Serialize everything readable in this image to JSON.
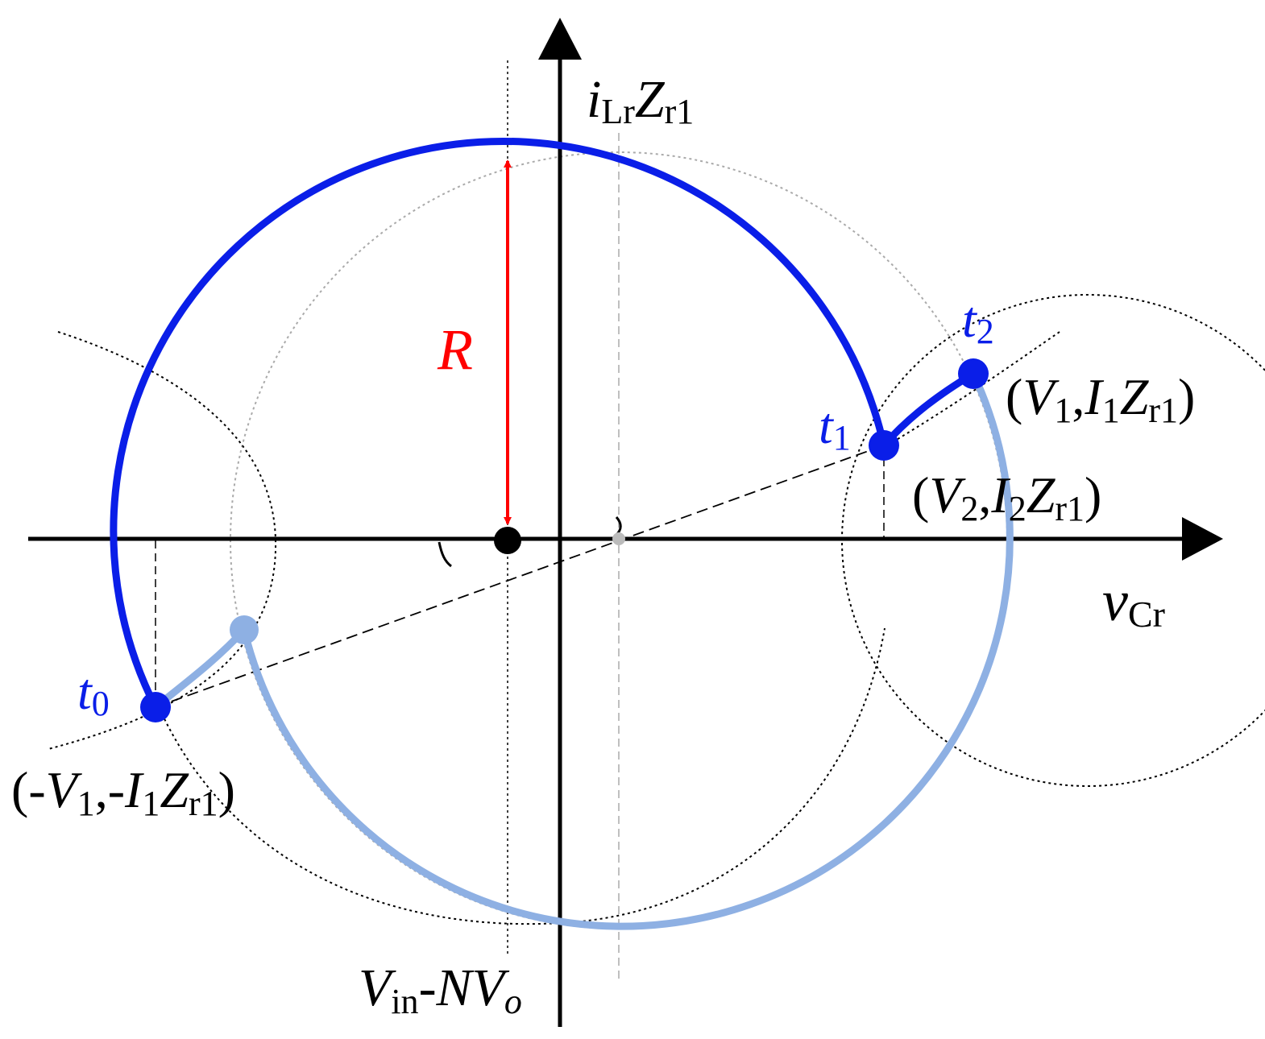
{
  "colors": {
    "trajectory_primary": "#0a1ee8",
    "trajectory_secondary": "#8eb0e3",
    "radius_arrow": "#ff0000",
    "axes": "#000000",
    "guide_dotted": "#000000",
    "guide_grey": "#aaaaaa"
  },
  "labels": {
    "y_axis": {
      "main": "i",
      "sub": "Lr",
      "main2": "Z",
      "sub2": "r1"
    },
    "x_axis": {
      "main": "v",
      "sub": "Cr"
    },
    "radius": "R",
    "center": {
      "v": "V",
      "in_sub": "in",
      "dash": "-N",
      "v2": "V",
      "o_sub": "o"
    },
    "t0": {
      "main": "t",
      "sub": "0"
    },
    "t1": {
      "main": "t",
      "sub": "1"
    },
    "t2": {
      "main": "t",
      "sub": "2"
    },
    "p_t0": {
      "open": "(-",
      "v": "V",
      "vsub": "1",
      "mid": ",-",
      "i": "I",
      "isub": "1",
      "z": "Z",
      "zsub": "r1",
      "close": ")"
    },
    "p_t1": {
      "open": "(",
      "v": "V",
      "vsub": "2",
      "mid": ",",
      "i": "I",
      "isub": "2",
      "z": "Z",
      "zsub": "r1",
      "close": ")"
    },
    "p_t2": {
      "open": "(",
      "v": "V",
      "vsub": "1",
      "mid": ",",
      "i": "I",
      "isub": "1",
      "z": "Z",
      "zsub": "r1",
      "close": ")"
    }
  }
}
